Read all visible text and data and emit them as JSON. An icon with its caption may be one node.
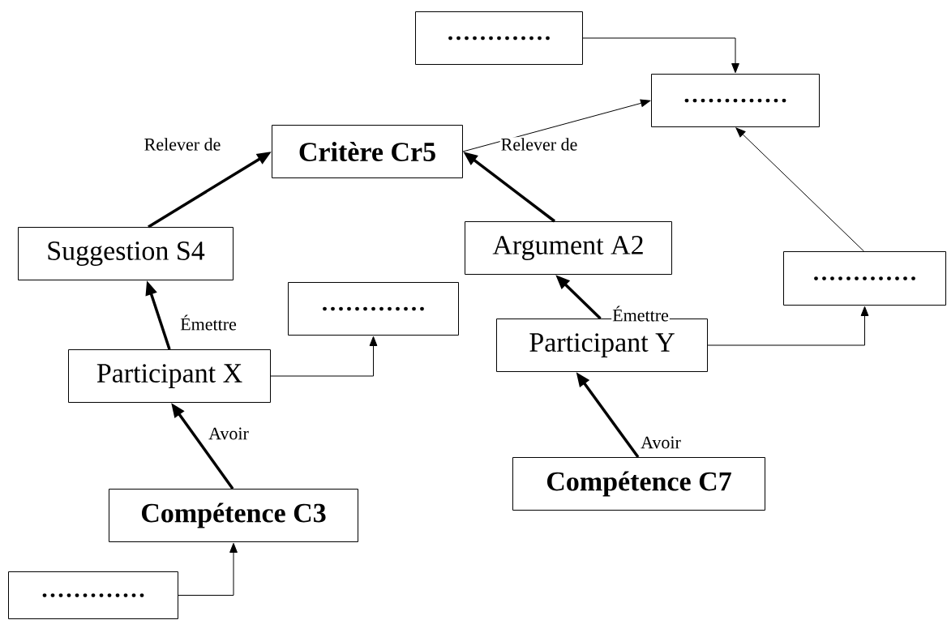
{
  "diagram": {
    "nodes": [
      {
        "text": [
          "............."
        ]
      },
      {
        "text": [
          "............."
        ]
      },
      {
        "text": [
          "Critère Cr5"
        ]
      },
      {
        "text": [
          "Suggestion S4"
        ]
      },
      {
        "text": [
          "Argument A2"
        ]
      },
      {
        "text": [
          "............."
        ]
      },
      {
        "text": [
          "............."
        ]
      },
      {
        "text": [
          "Participant X"
        ]
      },
      {
        "text": [
          "Participant Y"
        ]
      },
      {
        "text": [
          "Compétence C3"
        ]
      },
      {
        "text": [
          "Compétence C7"
        ]
      },
      {
        "text": [
          "............."
        ]
      }
    ],
    "edges": [
      {
        "from": 3,
        "to": 2,
        "arrow": "to",
        "label": "Relever de",
        "style": "thick"
      },
      {
        "from": 4,
        "to": 2,
        "arrow": "to",
        "label": "Relever de",
        "style": "thick"
      },
      {
        "from": 7,
        "to": 3,
        "arrow": "to",
        "label": "Émettre",
        "style": "thick"
      },
      {
        "from": 8,
        "to": 4,
        "arrow": "to",
        "label": "Émettre",
        "style": "thick"
      },
      {
        "from": 9,
        "to": 7,
        "arrow": "to",
        "label": "Avoir",
        "style": "thick"
      },
      {
        "from": 10,
        "to": 8,
        "arrow": "to",
        "label": "Avoir",
        "style": "thick"
      },
      {
        "from": 2,
        "to": 1,
        "arrow": "to"
      },
      {
        "from": 0,
        "to": 1,
        "arrow": "to"
      },
      {
        "from": 5,
        "to": 1,
        "arrow": "to"
      },
      {
        "from": 7,
        "to": 6,
        "arrow": "to"
      },
      {
        "from": 8,
        "to": 5,
        "arrow": "to"
      },
      {
        "from": 11,
        "to": 9,
        "arrow": "to"
      }
    ]
  }
}
